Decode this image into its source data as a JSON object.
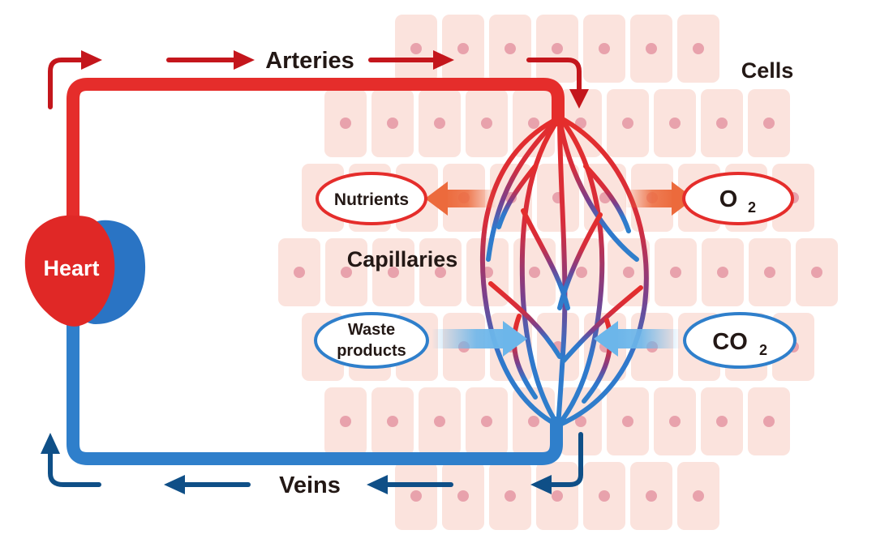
{
  "labels": {
    "arteries": "Arteries",
    "veins": "Veins",
    "cells": "Cells",
    "capillaries": "Capillaries",
    "heart": "Heart",
    "nutrients": "Nutrients",
    "oxygen": "O",
    "oxygen_sub": "2",
    "carbon_dioxide": "CO",
    "carbon_dioxide_sub": "2",
    "waste_line1": "Waste",
    "waste_line2": "products"
  },
  "colors": {
    "artery": "#e52d2b",
    "artery_arrow": "#c4161c",
    "vein": "#2f7fcb",
    "vein_arrow": "#0f4f87",
    "cell_fill": "#fbe3dd",
    "cell_nucleus": "#e8a2ac",
    "heart_front": "#e02826",
    "heart_back": "#2a74c4",
    "nutrients_arrow": "#ec6a3c",
    "waste_arrow": "#6cb6ea"
  }
}
